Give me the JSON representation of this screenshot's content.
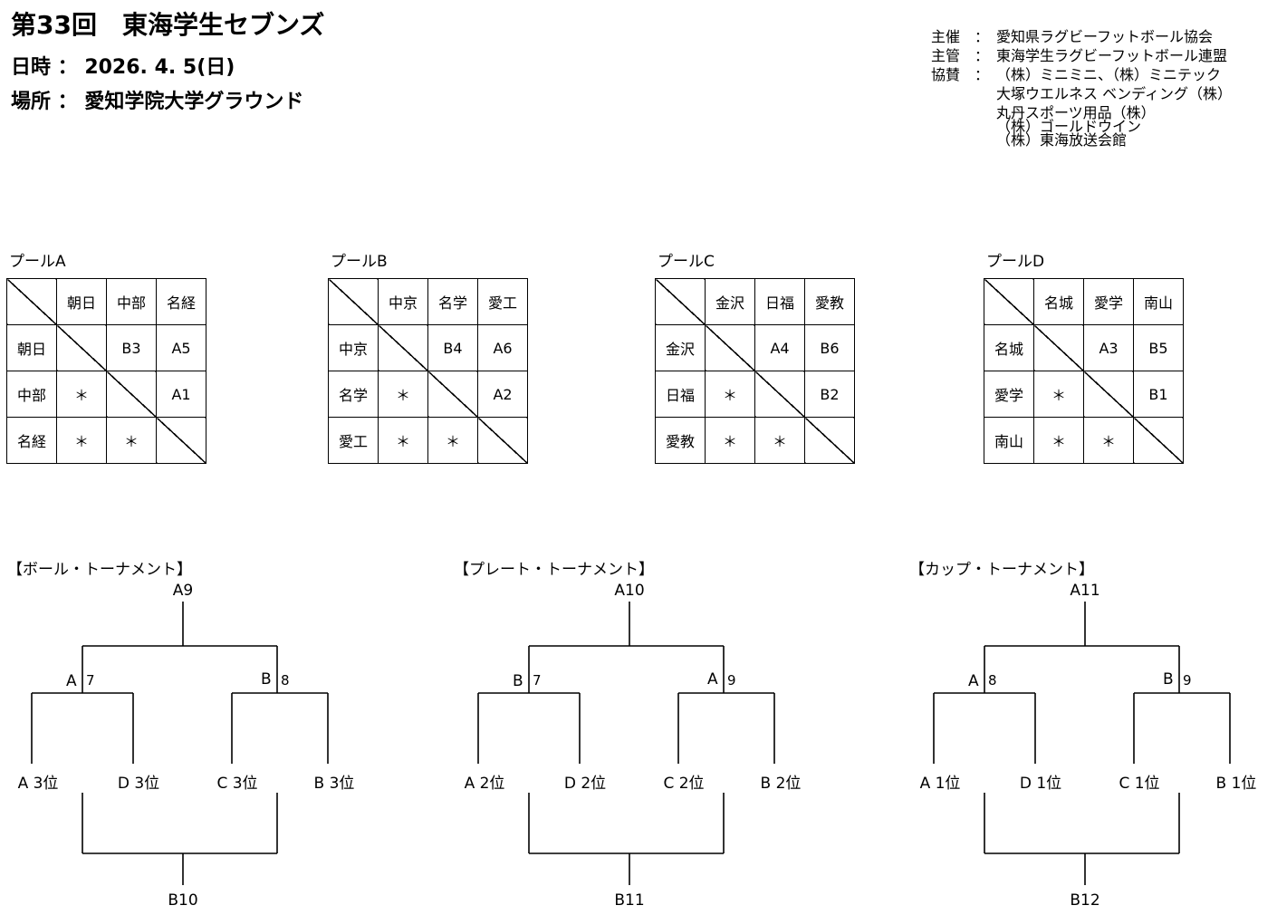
{
  "header": {
    "title": "第33回　東海学生セブンズ",
    "date": "日時 ： 2026. 4. 5(日)",
    "venue": "場所 ： 愛知学院大学グラウンド"
  },
  "sponsors": [
    {
      "role": "主催",
      "sep": "：",
      "lines": [
        "愛知県ラグビーフットボール協会"
      ]
    },
    {
      "role": "主管",
      "sep": "：",
      "lines": [
        "東海学生ラグビーフットボール連盟"
      ]
    },
    {
      "role": "協賛",
      "sep": "：",
      "lines": [
        "（株）ミニミニ、（株）ミニテック",
        "大塚ウエルネス ベンディング（株）",
        "丸丹スポーツ用品（株）",
        "（株）ゴールドウイン",
        "（株）東海放送会館"
      ]
    }
  ],
  "pools": [
    {
      "title": "プールA",
      "teams": [
        "朝日",
        "中部",
        "名経"
      ],
      "grid": [
        [
          "",
          "B3",
          "A5"
        ],
        [
          "＊",
          "",
          "A1"
        ],
        [
          "＊",
          "＊",
          ""
        ]
      ]
    },
    {
      "title": "プールB",
      "teams": [
        "中京",
        "名学",
        "愛工"
      ],
      "grid": [
        [
          "",
          "B4",
          "A6"
        ],
        [
          "＊",
          "",
          "A2"
        ],
        [
          "＊",
          "＊",
          ""
        ]
      ]
    },
    {
      "title": "プールC",
      "teams": [
        "金沢",
        "日福",
        "愛教"
      ],
      "grid": [
        [
          "",
          "A4",
          "B6"
        ],
        [
          "＊",
          "",
          "B2"
        ],
        [
          "＊",
          "＊",
          ""
        ]
      ]
    },
    {
      "title": "プールD",
      "teams": [
        "名城",
        "愛学",
        "南山"
      ],
      "grid": [
        [
          "",
          "A3",
          "B5"
        ],
        [
          "＊",
          "",
          "B1"
        ],
        [
          "＊",
          "＊",
          ""
        ]
      ]
    }
  ],
  "tournaments": [
    {
      "title": "【ボール・トーナメント】",
      "final": "A9",
      "semi_left": [
        "A",
        "7"
      ],
      "semi_right": [
        "B",
        "8"
      ],
      "seeds": [
        "A 3位",
        "D 3位",
        "C 3位",
        "B 3位"
      ],
      "consolation": "B10"
    },
    {
      "title": "【プレート・トーナメント】",
      "final": "A10",
      "semi_left": [
        "B",
        "7"
      ],
      "semi_right": [
        "A",
        "9"
      ],
      "seeds": [
        "A 2位",
        "D 2位",
        "C 2位",
        "B 2位"
      ],
      "consolation": "B11"
    },
    {
      "title": "【カップ・トーナメント】",
      "final": "A11",
      "semi_left": [
        "A",
        "8"
      ],
      "semi_right": [
        "B",
        "9"
      ],
      "seeds": [
        "A 1位",
        "D 1位",
        "C 1位",
        "B 1位"
      ],
      "consolation": "B12"
    }
  ]
}
